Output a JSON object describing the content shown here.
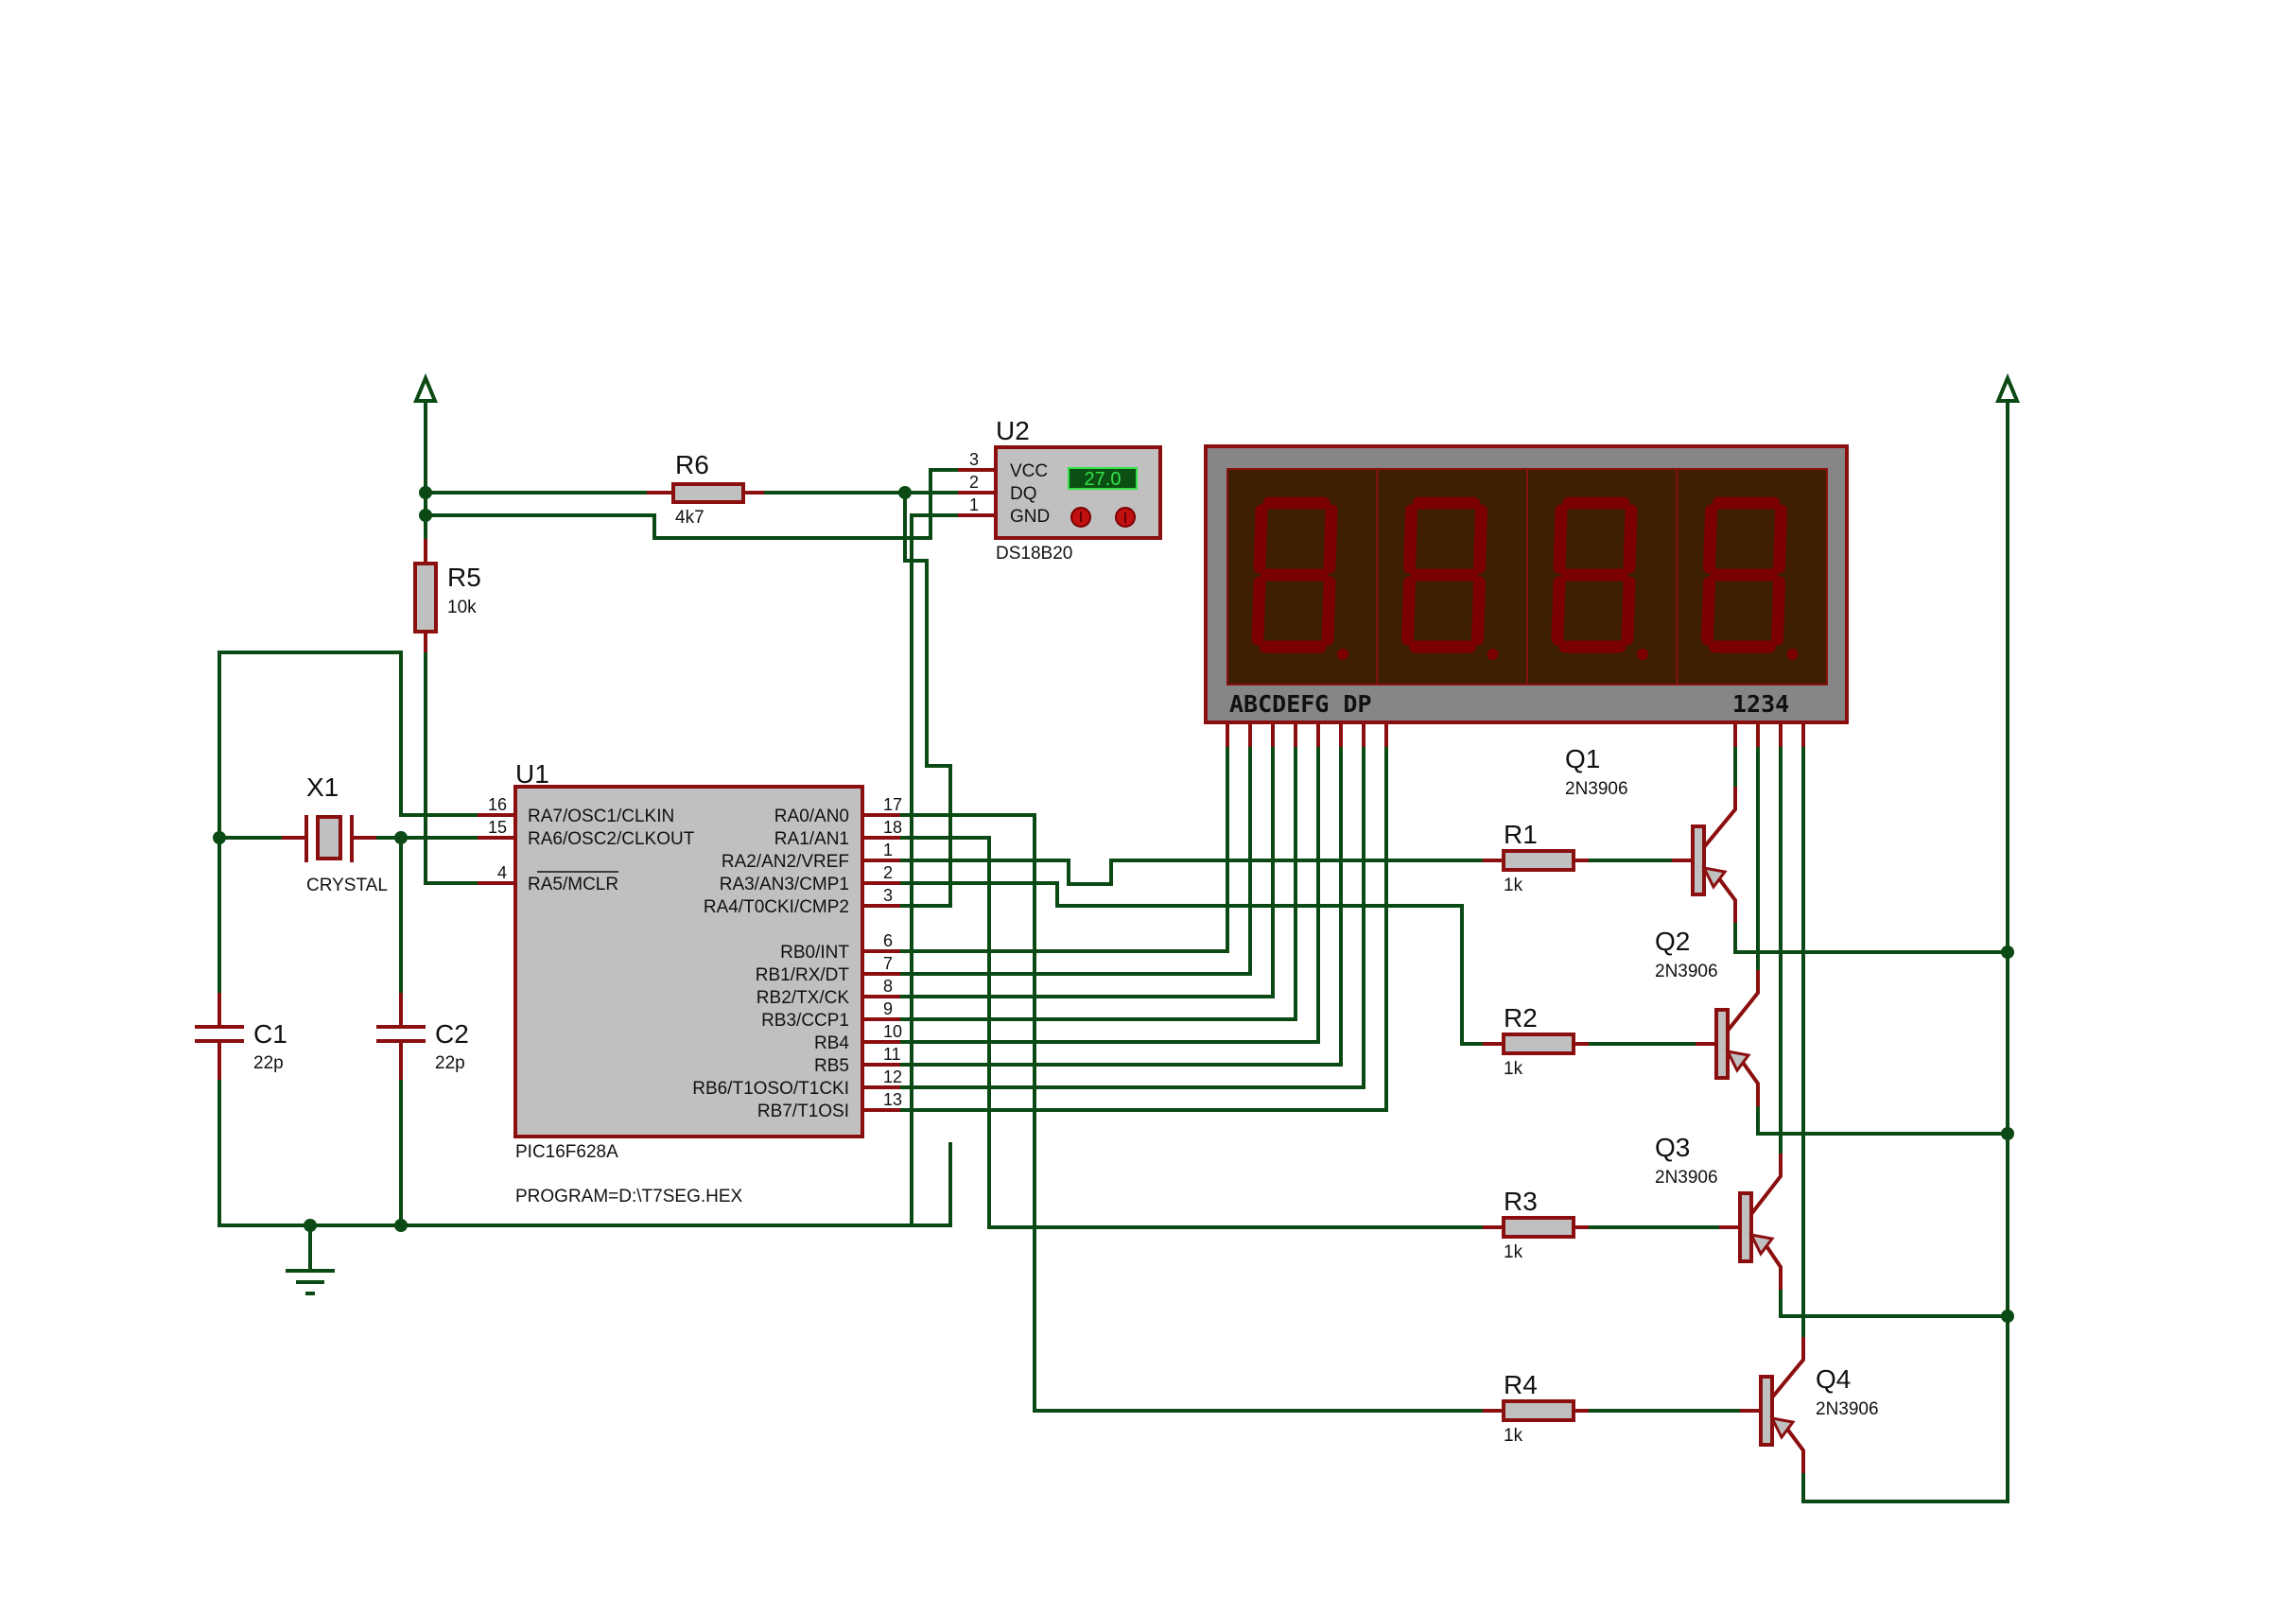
{
  "title": "PIC16F628A DS18B20 4-digit 7-segment thermometer schematic",
  "colors": {
    "wire": "#0b4a14",
    "pin": "#8b0f0f",
    "body": "#c0c0c0",
    "display_frame": "#868686",
    "display_panel": "#3e1f00",
    "segment": "#7a0000",
    "lcd_bg": "#0b4f12",
    "lcd_text": "#35e04a"
  },
  "components": {
    "u1": {
      "ref": "U1",
      "part": "PIC16F628A",
      "program": "PROGRAM=D:\\T7SEG.HEX",
      "left_pins": [
        {
          "num": "16",
          "name": "RA7/OSC1/CLKIN"
        },
        {
          "num": "15",
          "name": "RA6/OSC2/CLKOUT"
        },
        {
          "num": "4",
          "name": "RA5/MCLR"
        }
      ],
      "right_pins": [
        {
          "num": "17",
          "name": "RA0/AN0"
        },
        {
          "num": "18",
          "name": "RA1/AN1"
        },
        {
          "num": "1",
          "name": "RA2/AN2/VREF"
        },
        {
          "num": "2",
          "name": "RA3/AN3/CMP1"
        },
        {
          "num": "3",
          "name": "RA4/T0CKI/CMP2"
        },
        {
          "num": "6",
          "name": "RB0/INT"
        },
        {
          "num": "7",
          "name": "RB1/RX/DT"
        },
        {
          "num": "8",
          "name": "RB2/TX/CK"
        },
        {
          "num": "9",
          "name": "RB3/CCP1"
        },
        {
          "num": "10",
          "name": "RB4"
        },
        {
          "num": "11",
          "name": "RB5"
        },
        {
          "num": "12",
          "name": "RB6/T1OSO/T1CKI"
        },
        {
          "num": "13",
          "name": "RB7/T1OSI"
        }
      ]
    },
    "u2": {
      "ref": "U2",
      "part": "DS18B20",
      "temperature": "27.0",
      "pins": [
        {
          "num": "3",
          "name": "VCC"
        },
        {
          "num": "2",
          "name": "DQ"
        },
        {
          "num": "1",
          "name": "GND"
        }
      ]
    },
    "x1": {
      "ref": "X1",
      "value": "CRYSTAL"
    },
    "c1": {
      "ref": "C1",
      "value": "22p"
    },
    "c2": {
      "ref": "C2",
      "value": "22p"
    },
    "r1": {
      "ref": "R1",
      "value": "1k"
    },
    "r2": {
      "ref": "R2",
      "value": "1k"
    },
    "r3": {
      "ref": "R3",
      "value": "1k"
    },
    "r4": {
      "ref": "R4",
      "value": "1k"
    },
    "r5": {
      "ref": "R5",
      "value": "10k"
    },
    "r6": {
      "ref": "R6",
      "value": "4k7"
    },
    "q1": {
      "ref": "Q1",
      "part": "2N3906"
    },
    "q2": {
      "ref": "Q2",
      "part": "2N3906"
    },
    "q3": {
      "ref": "Q3",
      "part": "2N3906"
    },
    "q4": {
      "ref": "Q4",
      "part": "2N3906"
    },
    "display": {
      "segment_label": "ABCDEFG DP",
      "digit_label": "1234",
      "digits": 4
    }
  }
}
